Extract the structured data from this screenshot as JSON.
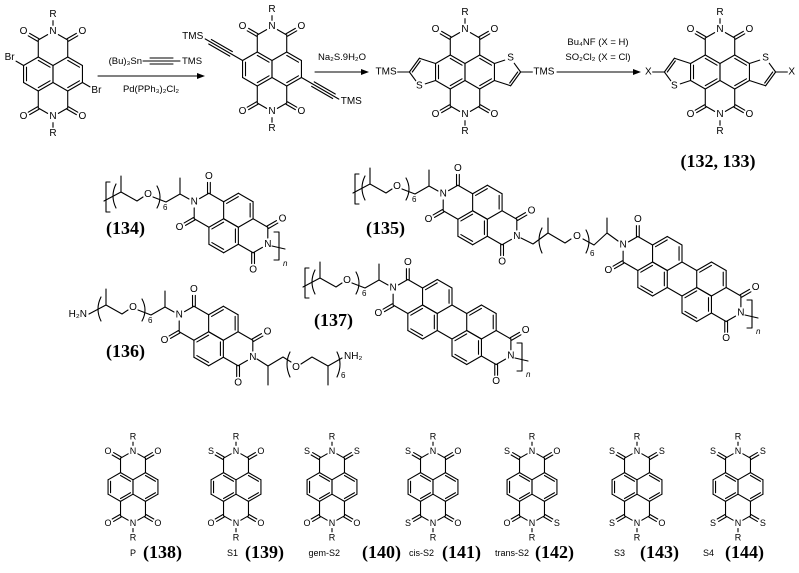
{
  "atoms": {
    "R": "R",
    "N": "N",
    "O": "O",
    "S": "S",
    "Br": "Br",
    "TMS": "TMS",
    "X": "X",
    "H2N": "H₂N",
    "NH2": "NH₂",
    "repeat_count": "6",
    "n": "n"
  },
  "reactions": {
    "step1": {
      "reagent_stannane": "(Bu)₃Sn",
      "reagent_tms": "TMS",
      "catalyst": "Pd(PPh₃)₂Cl₂"
    },
    "step2": {
      "reagent": "Na₂S.9H₂O"
    },
    "step3": {
      "reagent_h": "Bu₄NF (X = H)",
      "reagent_cl": "SO₂Cl₂ (X = Cl)"
    }
  },
  "compounds": {
    "c132_133": "(132, 133)",
    "c134": "(134)",
    "c135": "(135)",
    "c136": "(136)",
    "c137": "(137)"
  },
  "series": [
    {
      "name": "P",
      "label": "(138)",
      "subs": [
        "O",
        "O",
        "O",
        "O"
      ]
    },
    {
      "name": "S1",
      "label": "(139)",
      "subs": [
        "S",
        "O",
        "O",
        "O"
      ]
    },
    {
      "name": "gem-S2",
      "label": "(140)",
      "subs": [
        "S",
        "S",
        "O",
        "O"
      ]
    },
    {
      "name": "cis-S2",
      "label": "(141)",
      "subs": [
        "S",
        "O",
        "S",
        "O"
      ]
    },
    {
      "name": "trans-S2",
      "label": "(142)",
      "subs": [
        "S",
        "O",
        "O",
        "S"
      ]
    },
    {
      "name": "S3",
      "label": "(143)",
      "subs": [
        "S",
        "S",
        "S",
        "O"
      ]
    },
    {
      "name": "S4",
      "label": "(144)",
      "subs": [
        "S",
        "S",
        "S",
        "S"
      ]
    }
  ]
}
